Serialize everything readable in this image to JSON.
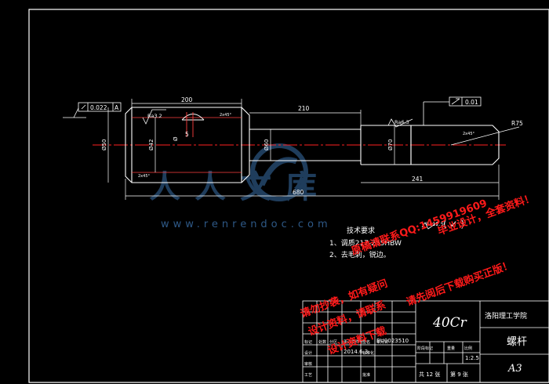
{
  "dims": {
    "d200": "200",
    "d210": "210",
    "d241": "241",
    "d680": "680",
    "dia50": "Ø50",
    "dia60": "Ø60",
    "dia42": "Ø42",
    "dia70": "Ø70",
    "dia_s": "Ø",
    "r75": "R75",
    "five": "5",
    "chamfer_tl": "2x45°",
    "chamfer_bl": "2x45°",
    "chamfer_t2": "2x45°"
  },
  "tolerances": {
    "runout_val": "0.022",
    "runout_ref": "A",
    "perp_val": "0.01"
  },
  "roughness": {
    "ra32": "Ra3.2",
    "ra63": "Ra6.3",
    "ra125": "Ra12.5"
  },
  "notes": {
    "heading": "技术要求",
    "line1": "1、调质217-255HBW",
    "line2": "2、去毛刺，锐边。"
  },
  "watermark": {
    "logo": "人人文库",
    "url": "www.renrendoc.com",
    "red1": "毕业设计，全套资料！",
    "red2": "原稿请联系QQ:1459919609",
    "red3": "请勿抄袭，如有疑问",
    "red4": "请先阅后下载购买正版！",
    "red5": "设计资料，请联系",
    "red6": "设计资料下载"
  },
  "title_block": {
    "material": "40Cr",
    "school": "洛阳理工学院",
    "part_name": "螺杆",
    "size": "A3",
    "scale": "1:2.5",
    "drawing_no": "BU0023510",
    "date": "2014.6.3",
    "header_cols": [
      "阶段标记",
      "重量",
      "比例"
    ],
    "sheets_total": "共 12 张",
    "sheet_no": "第 9 张",
    "rows": [
      "标记",
      "处数",
      "分区",
      "更改文件号",
      "签名",
      "年月日",
      "设计",
      "标准化",
      "审核",
      "工艺",
      "批准"
    ]
  }
}
